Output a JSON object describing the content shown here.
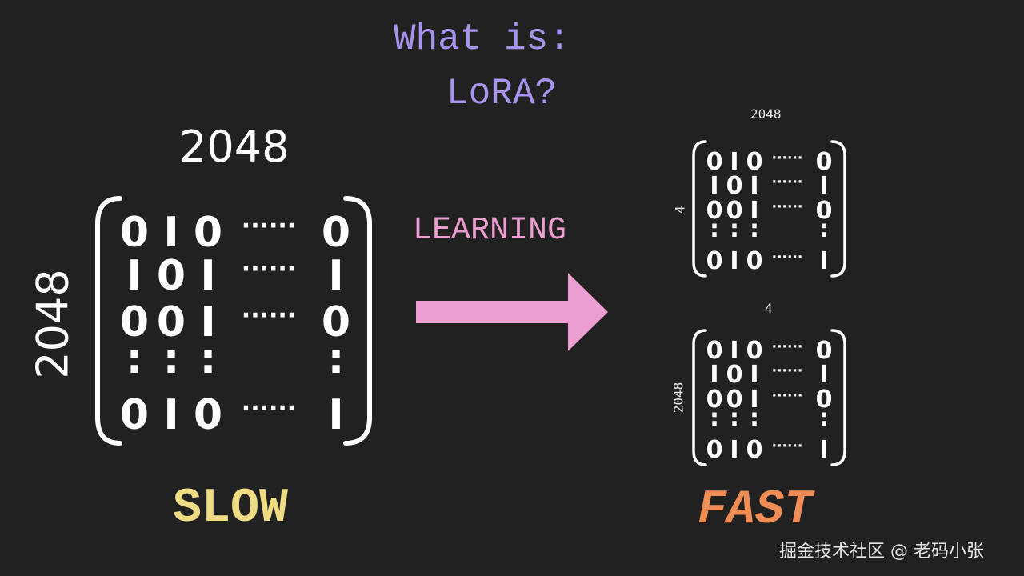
{
  "title": {
    "line1": "What is:",
    "line2": "LoRA?"
  },
  "big_matrix": {
    "top_dim": "2048",
    "side_dim": "2048",
    "rows": [
      [
        "0",
        "I",
        "0",
        "0"
      ],
      [
        "I",
        "0",
        "I",
        "I"
      ],
      [
        "0",
        "0",
        "I",
        "0"
      ],
      [
        ":",
        ":",
        ":",
        ":"
      ],
      [
        "0",
        "I",
        "0",
        "I"
      ]
    ],
    "caption": "SLOW"
  },
  "arrow": {
    "label": "LEARNING",
    "color": "#ec9ed0"
  },
  "matrix_a": {
    "top_dim": "2048",
    "side_dim": "4",
    "rows": [
      [
        "0",
        "I",
        "0",
        "0"
      ],
      [
        "I",
        "0",
        "I",
        "I"
      ],
      [
        "0",
        "0",
        "I",
        "0"
      ],
      [
        ":",
        ":",
        ":",
        ":"
      ],
      [
        "0",
        "I",
        "0",
        "I"
      ]
    ]
  },
  "matrix_b": {
    "top_dim": "4",
    "side_dim": "2048",
    "rows": [
      [
        "0",
        "I",
        "0",
        "0"
      ],
      [
        "I",
        "0",
        "I",
        "I"
      ],
      [
        "0",
        "0",
        "I",
        "0"
      ],
      [
        ":",
        ":",
        ":",
        ":"
      ],
      [
        "0",
        "I",
        "0",
        "I"
      ]
    ]
  },
  "fast_caption": "FAST",
  "watermark": "掘金技术社区 @ 老码小张",
  "colors": {
    "background": "#212121",
    "title": "#a894ee",
    "learning": "#ec9ed0",
    "slow": "#f0dc82",
    "fast": "#f08c55",
    "matrix": "#ffffff"
  }
}
